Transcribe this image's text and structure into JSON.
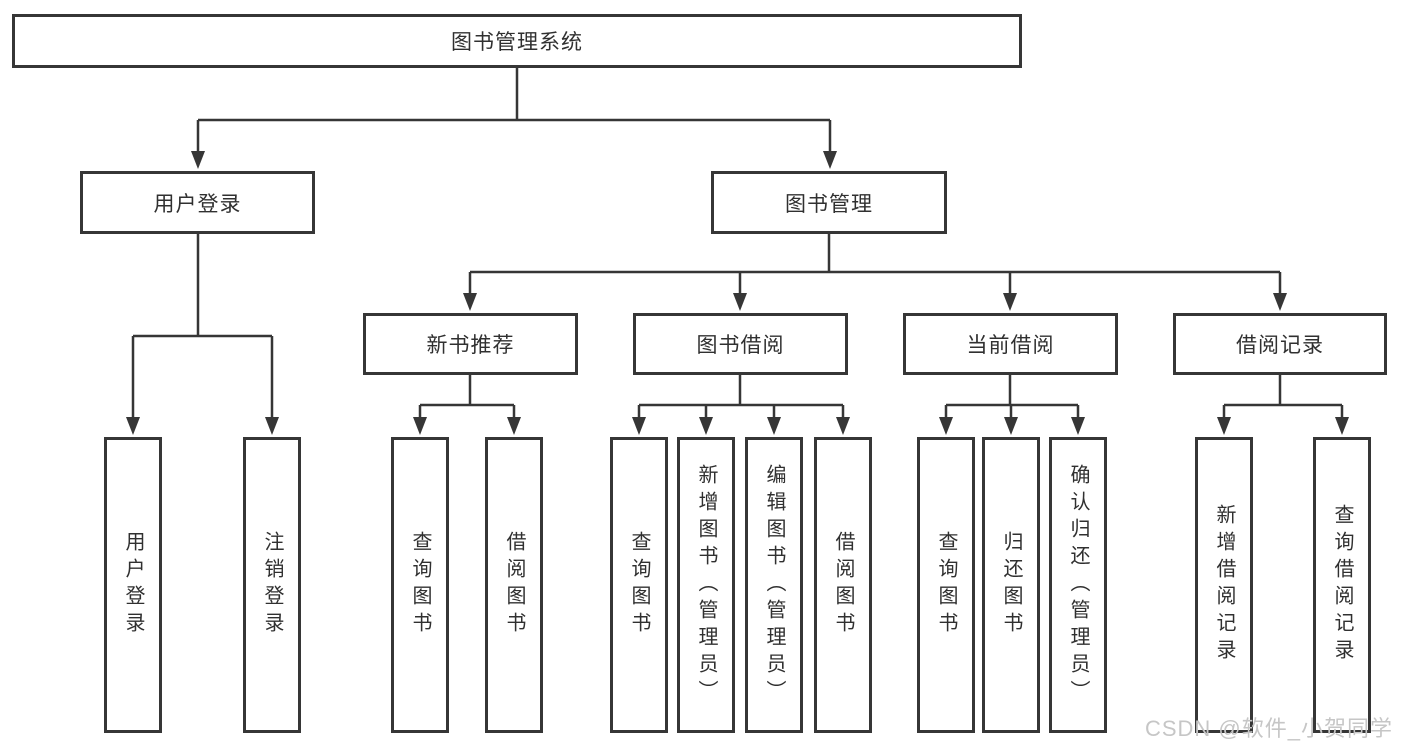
{
  "tree": {
    "label": "图书管理系统",
    "children": [
      {
        "label": "用户登录",
        "children": [
          {
            "label": "用户登录"
          },
          {
            "label": "注销登录"
          }
        ]
      },
      {
        "label": "图书管理",
        "children": [
          {
            "label": "新书推荐",
            "children": [
              {
                "label": "查询图书"
              },
              {
                "label": "借阅图书"
              }
            ]
          },
          {
            "label": "图书借阅",
            "children": [
              {
                "label": "查询图书"
              },
              {
                "label": "新增图书（管理员）"
              },
              {
                "label": "编辑图书（管理员）"
              },
              {
                "label": "借阅图书"
              }
            ]
          },
          {
            "label": "当前借阅",
            "children": [
              {
                "label": "查询图书"
              },
              {
                "label": "归还图书"
              },
              {
                "label": "确认归还（管理员）"
              }
            ]
          },
          {
            "label": "借阅记录",
            "children": [
              {
                "label": "新增借阅记录"
              },
              {
                "label": "查询借阅记录"
              }
            ]
          }
        ]
      }
    ]
  },
  "watermark": {
    "text": "CSDN @软件_小贺同学"
  },
  "colors": {
    "line": "#363636",
    "box_border": "#363636",
    "text": "#303030",
    "watermark": "#c6c6c6",
    "background": "#ffffff"
  }
}
